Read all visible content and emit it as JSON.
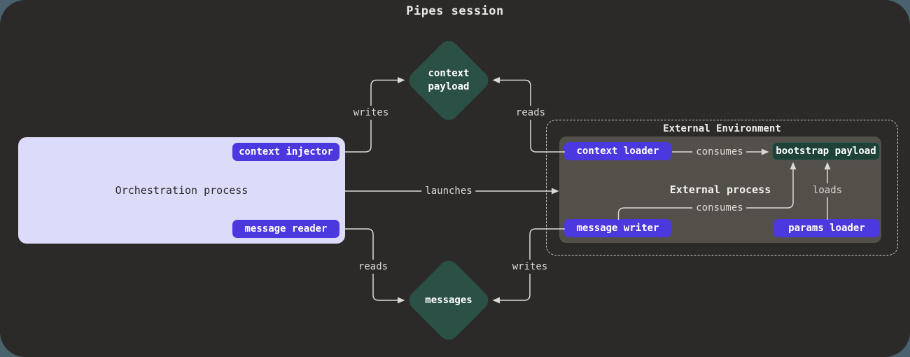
{
  "title": "Pipes session",
  "nodes": {
    "context_payload": {
      "label": "context\npayload"
    },
    "messages": {
      "label": "messages"
    },
    "orchestration": {
      "label": "Orchestration process",
      "context_injector": "context injector",
      "message_reader": "message reader"
    },
    "external_environment": {
      "label": "External Environment",
      "external_process": {
        "label": "External process",
        "context_loader": "context loader",
        "bootstrap_payload": "bootstrap payload",
        "message_writer": "message writer",
        "params_loader": "params loader"
      }
    }
  },
  "edges": {
    "injector_writes": "writes",
    "loader_reads": "reads",
    "launches": "launches",
    "reader_reads": "reads",
    "writer_writes": "writes",
    "loader_consumes": "consumes",
    "writer_consumes": "consumes",
    "params_loads": "loads"
  },
  "colors": {
    "canvas_bg": "#2b2a28",
    "outer_bg": "#4a626d",
    "accent_purple": "#4b38df",
    "diamond_teal": "#2b5046",
    "payload_teal": "#1f4238",
    "orchestration_lavender": "#dcdbfa",
    "process_gray": "#53504a",
    "line": "#dbd9d5"
  }
}
